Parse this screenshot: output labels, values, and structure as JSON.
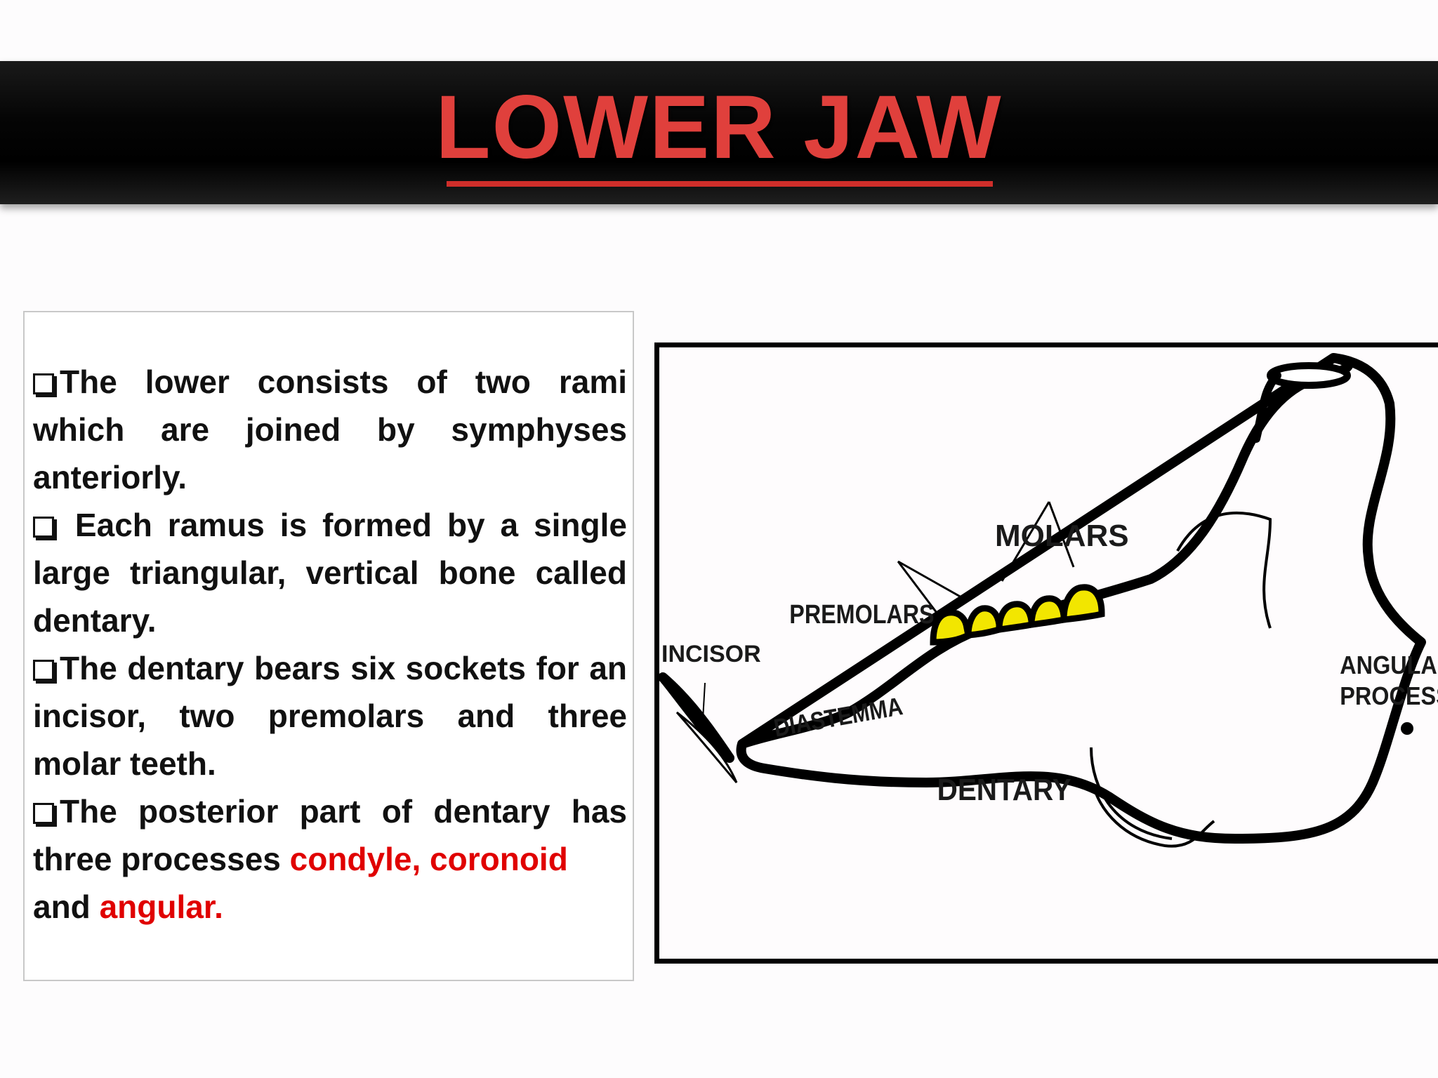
{
  "title": "LOWER JAW",
  "colors": {
    "title_red": "#e0403c",
    "highlight_red": "#e00000",
    "tooth_yellow": "#f2e600"
  },
  "bullets": [
    {
      "text": "The lower consists of two rami which are joined by symphyses anteriorly."
    },
    {
      "text": " Each ramus is formed by a single large triangular, vertical bone called dentary."
    },
    {
      "text": "The dentary bears six sockets for an incisor, two premolars and three molar teeth."
    },
    {
      "text": "The posterior part of dentary has three processes ",
      "hl1": "condyle, coronoid",
      "mid": "and ",
      "hl2": "angular."
    }
  ],
  "diagram": {
    "labels": {
      "incisor": "INCISOR",
      "premolars": "PREMOLARS",
      "molars": "MOLARS",
      "diastemma": "DIASTEMMA",
      "dentary": "DENTARY",
      "angular_line1": "ANGULAR",
      "angular_line2": "PROCESS"
    }
  }
}
